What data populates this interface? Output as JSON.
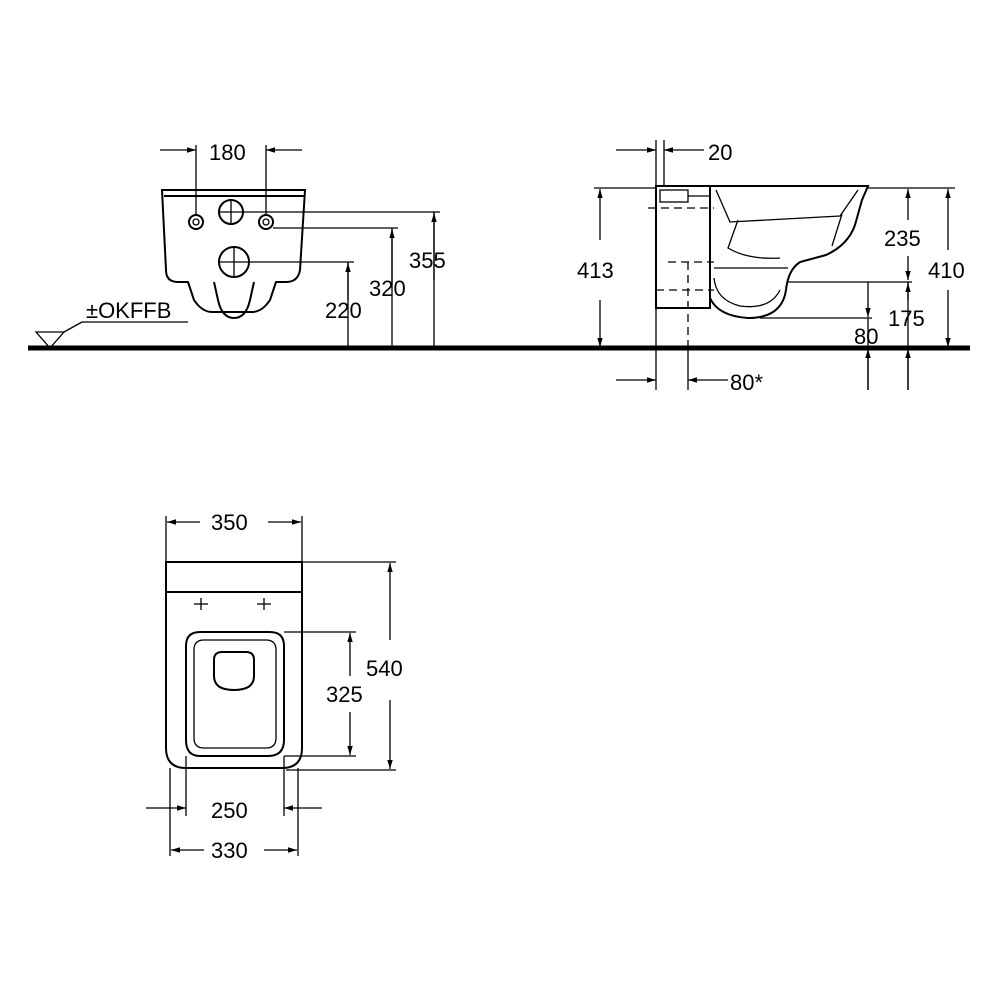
{
  "front_view": {
    "dim_hole_spacing": "180",
    "dim_height_355": "355",
    "dim_height_320": "320",
    "dim_height_220": "220",
    "floor_label": "±OKFFB"
  },
  "side_view": {
    "dim_top_offset": "20",
    "dim_total_height": "413",
    "dim_235": "235",
    "dim_410": "410",
    "dim_175": "175",
    "dim_80": "80",
    "dim_bottom_offset": "80*"
  },
  "top_view": {
    "dim_width_350": "350",
    "dim_length_540": "540",
    "dim_seat_325": "325",
    "dim_seat_250": "250",
    "dim_width_330": "330"
  }
}
